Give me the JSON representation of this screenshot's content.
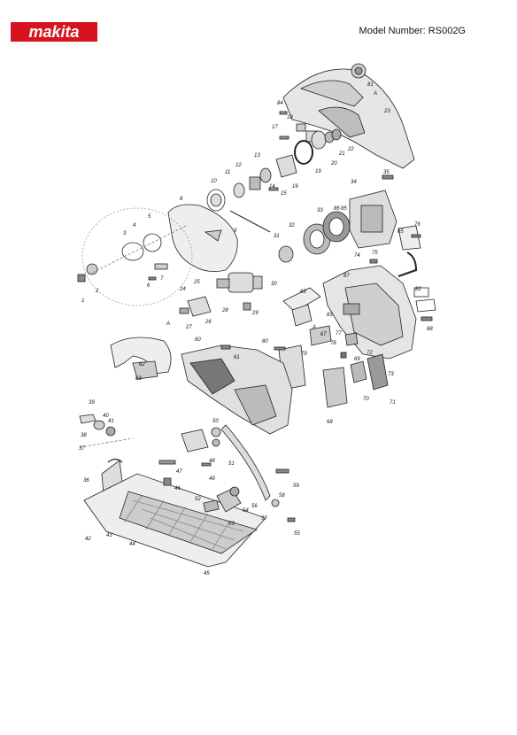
{
  "brand": {
    "logo_text": "makita",
    "color": "#d7141e"
  },
  "header": {
    "model_label": "Model Number: RS002G"
  },
  "callouts": {
    "c1": "1",
    "c2": "2",
    "c3": "3",
    "c4": "4",
    "c5": "5",
    "c6": "6",
    "c7": "7",
    "c8": "8",
    "c9": "9",
    "c10": "10",
    "c11": "11",
    "c12": "12",
    "c13": "13",
    "c14": "14",
    "c15": "15",
    "c16": "16",
    "c17": "17",
    "c18": "18",
    "c19": "19",
    "c20": "20",
    "c21": "21",
    "c22": "22",
    "c23": "23",
    "c24": "24",
    "c25": "25",
    "c26": "26",
    "c27": "27",
    "c28": "28",
    "c29": "29",
    "c30": "30",
    "c31": "31",
    "c32": "32",
    "c33": "33",
    "c34": "34",
    "c35": "35",
    "c36": "36",
    "c37": "37",
    "c38": "38",
    "c39": "39",
    "c40": "40",
    "c41": "41",
    "c42": "42",
    "c43": "43",
    "c44": "44",
    "c45": "45",
    "c46": "46",
    "c47": "47",
    "c48": "48",
    "c49": "49",
    "c50": "50",
    "c51": "51",
    "c52": "52",
    "c53": "53",
    "c54": "54",
    "c55": "55",
    "c56": "56",
    "c57": "57",
    "c58": "58",
    "c59": "59",
    "c60": "60",
    "c61": "61",
    "c62": "62",
    "c63": "63",
    "c65": "65",
    "c66": "66",
    "c67": "67",
    "c68": "68",
    "c69": "69",
    "c70": "70",
    "c71": "71",
    "c72": "72",
    "c73": "73",
    "c74": "74",
    "c75": "75",
    "c76": "76",
    "c77": "77",
    "c78": "78",
    "c79": "79",
    "c80": "80",
    "c81": "81",
    "c82": "82",
    "c83": "83",
    "c84": "84",
    "c85": "85",
    "c86": "86",
    "c87": "87",
    "c88": "88",
    "a1": "A",
    "a2": "A",
    "a3": "A"
  }
}
